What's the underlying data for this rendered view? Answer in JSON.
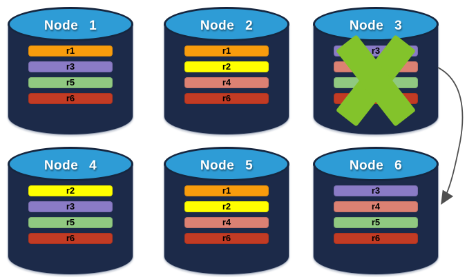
{
  "rows_palette": {
    "r1": "#F89C0D",
    "r2": "#FFFF00",
    "r3": "#8A7BC6",
    "r4": "#DC8173",
    "r5": "#90C981",
    "r6": "#C23B24"
  },
  "colors": {
    "cylinder_body": "#1C2A49",
    "cylinder_top": "#2E9CD6",
    "cylinder_outline": "#16263F",
    "cross": "#83C32B",
    "arrow": "#4F4F4F"
  },
  "nodes": [
    {
      "title": "Node 1",
      "rows": [
        "r1",
        "r3",
        "r5",
        "r6"
      ],
      "crossed": false
    },
    {
      "title": "Node 2",
      "rows": [
        "r1",
        "r2",
        "r4",
        "r6"
      ],
      "crossed": false
    },
    {
      "title": "Node 3",
      "rows": [
        "r3",
        "r4",
        "r5",
        "r6"
      ],
      "crossed": true
    },
    {
      "title": "Node 4",
      "rows": [
        "r2",
        "r3",
        "r5",
        "r6"
      ],
      "crossed": false
    },
    {
      "title": "Node 5",
      "rows": [
        "r1",
        "r2",
        "r4",
        "r6"
      ],
      "crossed": false
    },
    {
      "title": "Node 6",
      "rows": [
        "r3",
        "r4",
        "r5",
        "r6"
      ],
      "crossed": false
    }
  ],
  "arrow": {
    "from": "Node 3",
    "to": "Node 6"
  }
}
